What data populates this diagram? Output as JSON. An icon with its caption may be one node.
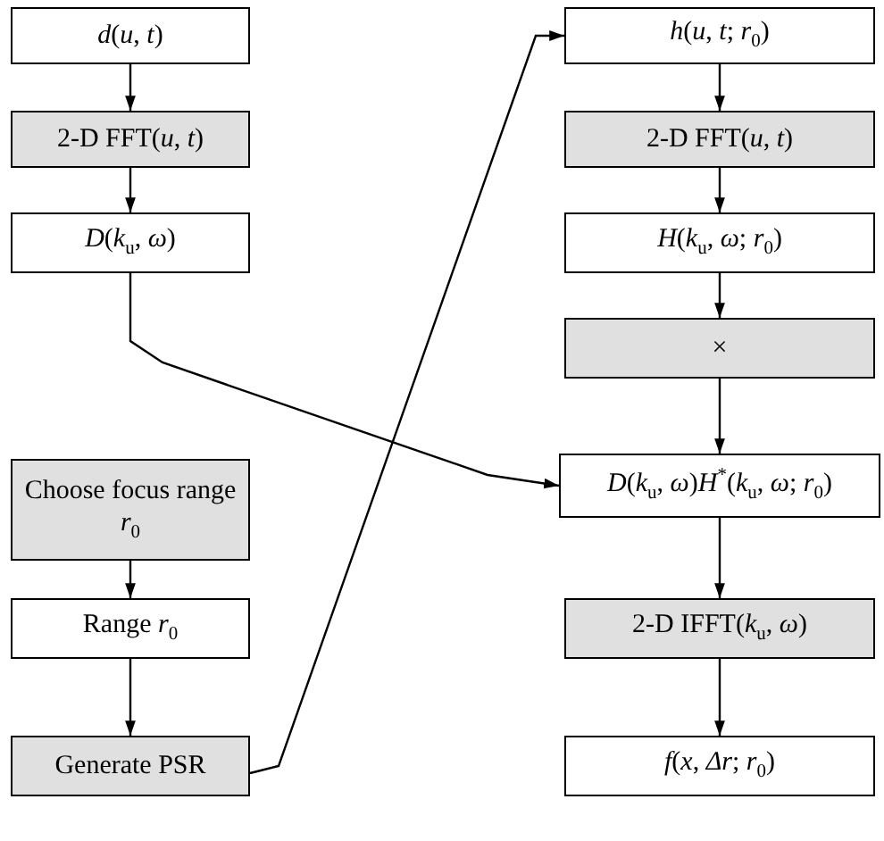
{
  "diagram": {
    "nodes": [
      {
        "text": [
          "*d*(*u*, *t*)"
        ]
      },
      {
        "text": [
          "2-D FFT(*u*, *t*)"
        ]
      },
      {
        "text": [
          "*D*(*k*$_{u}$, *ω*)"
        ]
      },
      {
        "text": [
          "Choose focus range *r*$_{0}$"
        ]
      },
      {
        "text": [
          "Range *r*$_{0}$"
        ]
      },
      {
        "text": [
          "Generate PSR"
        ]
      },
      {
        "text": [
          "*h*(*u*, *t*; *r*$_{0}$)"
        ]
      },
      {
        "text": [
          "2-D FFT(*u*, *t*)"
        ]
      },
      {
        "text": [
          "*H*(*k*$_{u}$, *ω*; *r*$_{0}$)"
        ]
      },
      {
        "text": [
          "×"
        ]
      },
      {
        "text": [
          "*D*(*k*$_{u}$, *ω*)*H*$^{*}$(*k*$_{u}$, *ω*; *r*$_{0}$)"
        ]
      },
      {
        "text": [
          "2-D IFFT(*k*$_{u}$, *ω*)"
        ]
      },
      {
        "text": [
          "*f*(*x*, *Δr*; *r*$_{0}$)"
        ]
      }
    ],
    "edges": [
      {
        "from": 0,
        "to": 1,
        "arrow": "to"
      },
      {
        "from": 1,
        "to": 2,
        "arrow": "to"
      },
      {
        "from": 2,
        "to": 10,
        "arrow": "to"
      },
      {
        "from": 3,
        "to": 4,
        "arrow": "to"
      },
      {
        "from": 4,
        "to": 5,
        "arrow": "to"
      },
      {
        "from": 5,
        "to": 6,
        "arrow": "to"
      },
      {
        "from": 6,
        "to": 7,
        "arrow": "to"
      },
      {
        "from": 7,
        "to": 8,
        "arrow": "to"
      },
      {
        "from": 8,
        "to": 9,
        "arrow": "to"
      },
      {
        "from": 9,
        "to": 10,
        "arrow": "to"
      },
      {
        "from": 10,
        "to": 11,
        "arrow": "to"
      },
      {
        "from": 11,
        "to": 12,
        "arrow": "to"
      }
    ]
  }
}
